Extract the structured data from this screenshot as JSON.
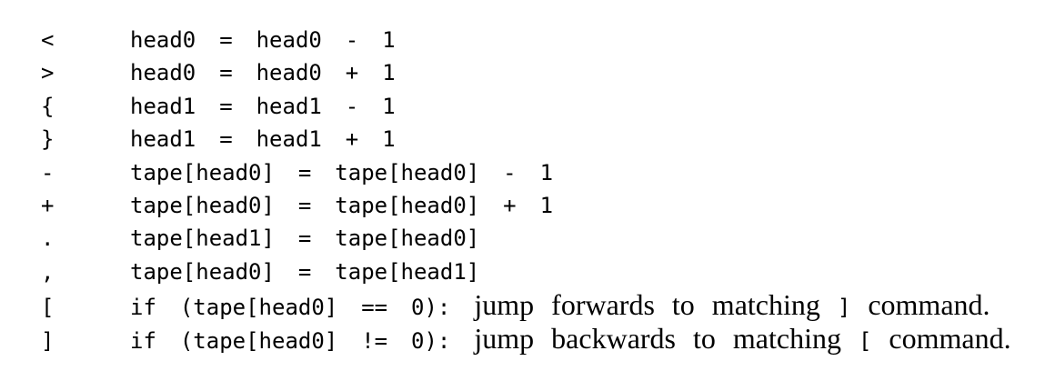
{
  "page": {
    "background_color": "#ffffff",
    "text_color": "#000000",
    "description": "Instruction table of an extended Brainfuck-like language with two heads (head0, head1) operating on a tape"
  },
  "command_table": {
    "rows": [
      {
        "symbol": "<",
        "code": "head0 = head0 - 1"
      },
      {
        "symbol": ">",
        "code": "head0 = head0 + 1"
      },
      {
        "symbol": "{",
        "code": "head1 = head1 - 1"
      },
      {
        "symbol": "}",
        "code": "head1 = head1 + 1"
      },
      {
        "symbol": "-",
        "code": "tape[head0] = tape[head0] - 1"
      },
      {
        "symbol": "+",
        "code": "tape[head0] = tape[head0] + 1"
      },
      {
        "symbol": ".",
        "code": "tape[head1] = tape[head0]"
      },
      {
        "symbol": ",",
        "code": "tape[head0] = tape[head1]"
      },
      {
        "symbol": "[",
        "code": "if (tape[head0] == 0):",
        "prose_before_bracket": "jump forwards to matching",
        "bracket": "]",
        "prose_after_bracket": "command."
      },
      {
        "symbol": "]",
        "code": "if (tape[head0] != 0):",
        "prose_before_bracket": "jump backwards to matching",
        "bracket": "[",
        "prose_after_bracket": "command."
      }
    ]
  }
}
